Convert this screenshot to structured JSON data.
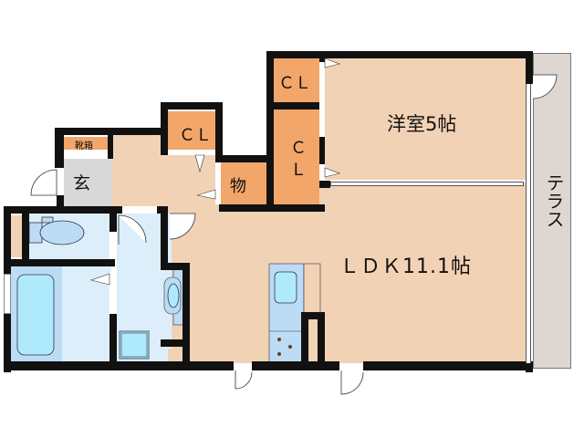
{
  "floorplan": {
    "rooms": {
      "western_room": {
        "label": "洋室5帖"
      },
      "ldk": {
        "label": "ＬＤＫ11.1帖"
      },
      "terrace": {
        "label": "テラス"
      },
      "closet_top": {
        "label": "ＣＬ"
      },
      "closet_mid": {
        "label": "ＣＬ"
      },
      "closet_tall_c": {
        "label": "Ｃ"
      },
      "closet_tall_l": {
        "label": "Ｌ"
      },
      "storage": {
        "label": "物"
      },
      "entrance": {
        "label": "玄"
      },
      "shoe_box": {
        "label": "靴箱"
      }
    },
    "colors": {
      "room": "#f2d2b5",
      "closet": "#f2a66a",
      "entrance": "#d8d8d8",
      "wet_area": "#ddeefb",
      "fixture": "#bcdcf5",
      "terrace": "#ded7d1",
      "wall": "#111111"
    }
  }
}
